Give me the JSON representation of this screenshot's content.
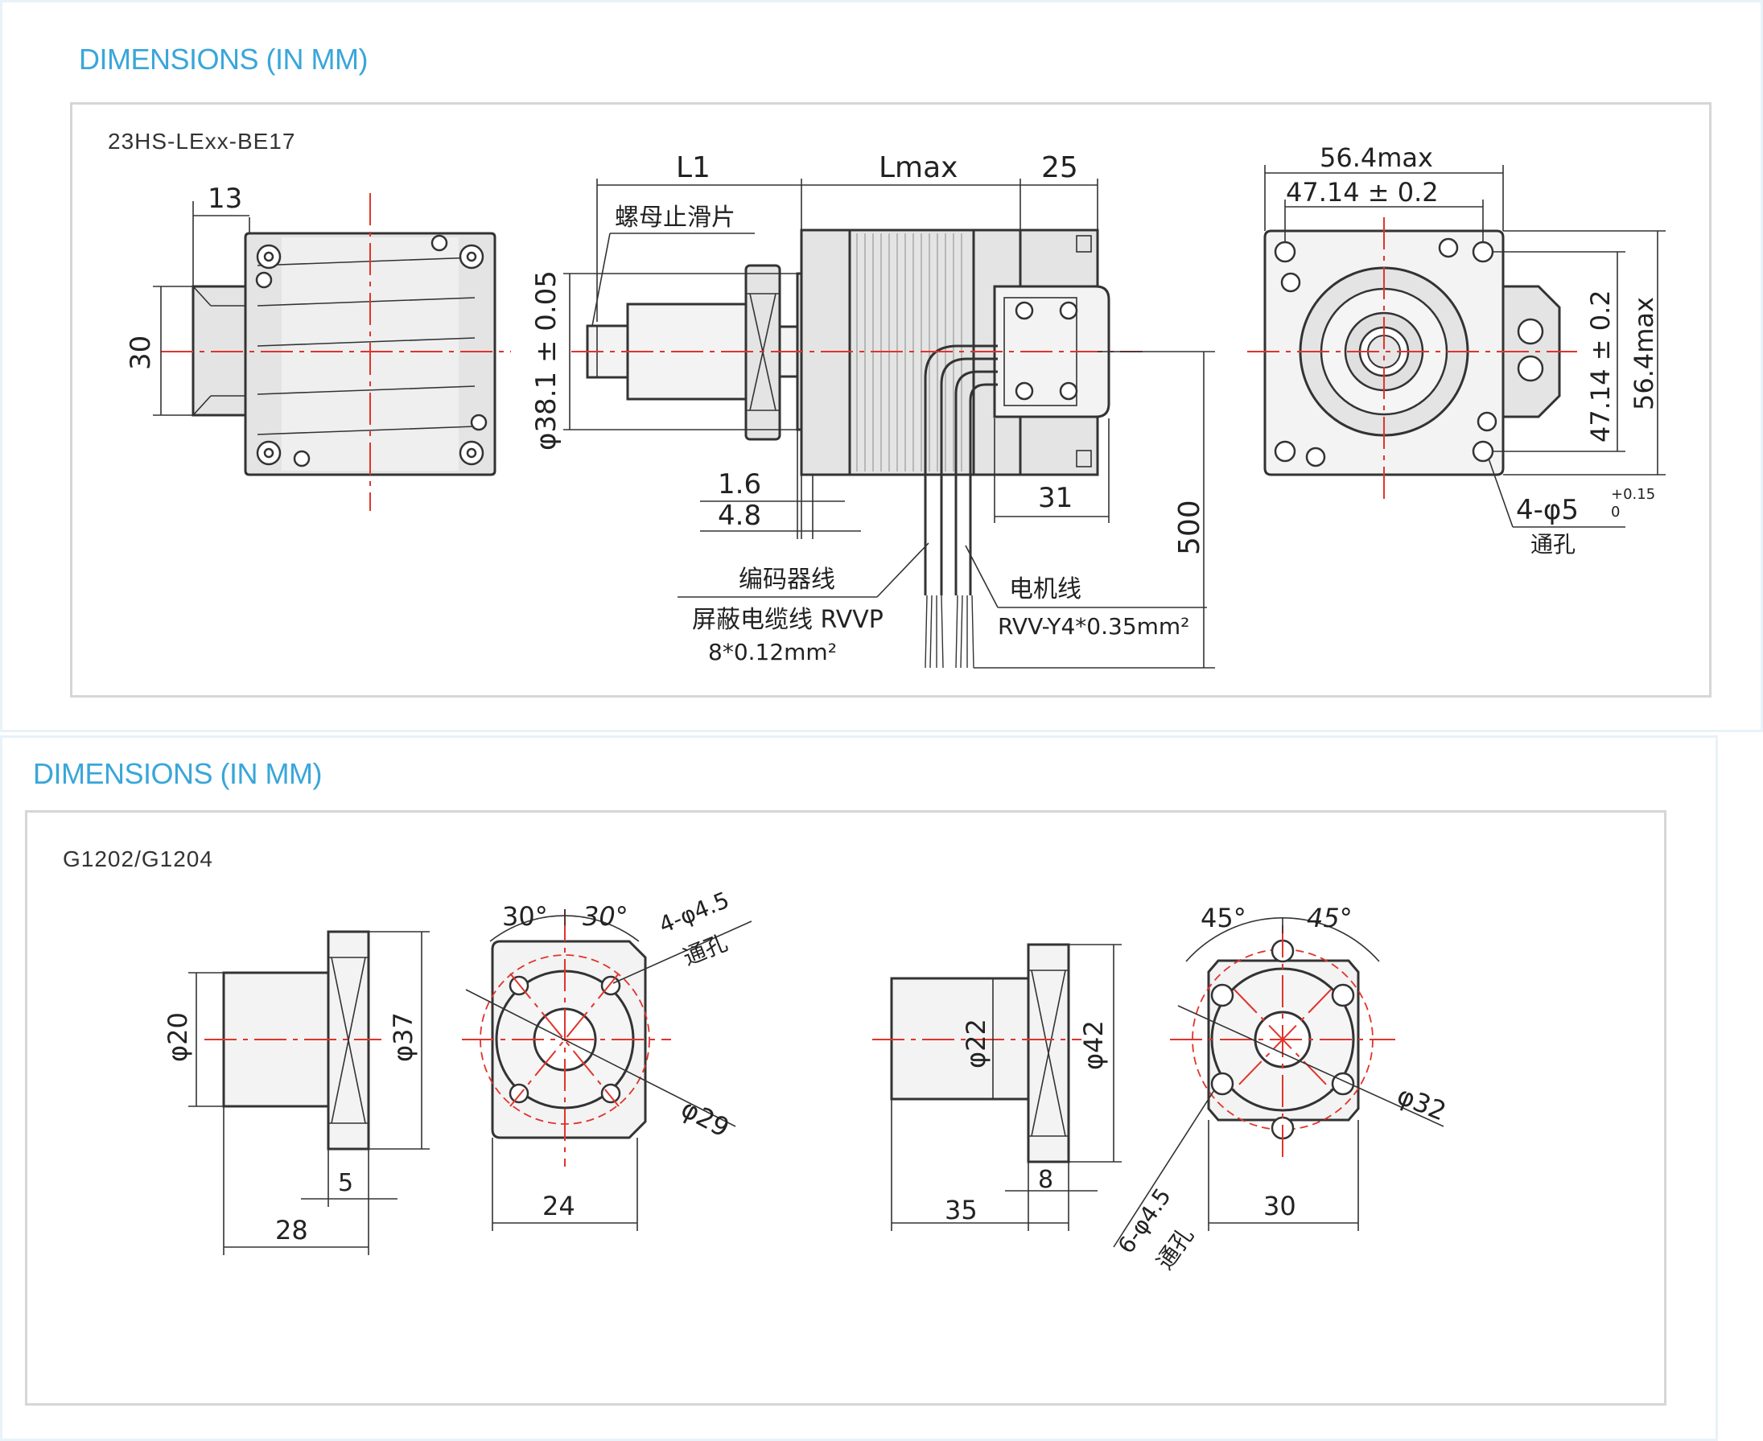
{
  "section1": {
    "title": "DIMENSIONS (IN MM)",
    "model": "23HS-LExx-BE17",
    "labels": {
      "d13": "13",
      "d30": "30",
      "L1": "L1",
      "Lmax": "Lmax",
      "d25": "25",
      "phi381": "φ38.1 ± 0.05",
      "nut_stop": "螺母止滑片",
      "d16": "1.6",
      "d48": "4.8",
      "d31": "31",
      "d500": "500",
      "encoder_wire": "编码器线",
      "shield_cable": "屏蔽电缆线 RVVP",
      "shield_spec": "8*0.12mm²",
      "motor_wire": "电机线",
      "motor_spec": "RVV-Y4*0.35mm²",
      "d564_top": "56.4max",
      "d4714_top": "47.14 ± 0.2",
      "d4714_side": "47.14 ± 0.2",
      "d564_side": "56.4max",
      "holes": "4-φ5",
      "holes_tol_up": "+0.15",
      "holes_tol_low": "0",
      "through_hole": "通孔"
    }
  },
  "section2": {
    "title": "DIMENSIONS (IN MM)",
    "model": "G1202/G1204",
    "labels": {
      "phi20": "φ20",
      "phi37": "φ37",
      "d5": "5",
      "d28": "28",
      "ang30a": "30°",
      "ang30b": "30°",
      "holes4": "4-φ4.5",
      "through4": "通孔",
      "phi29": "φ29",
      "d24": "24",
      "phi22": "φ22",
      "phi42": "φ42",
      "d35": "35",
      "d8": "8",
      "holes6": "6-φ4.5",
      "through6": "通孔",
      "ang45a": "45°",
      "ang45b": "45°",
      "phi32": "φ32",
      "d30": "30"
    }
  }
}
